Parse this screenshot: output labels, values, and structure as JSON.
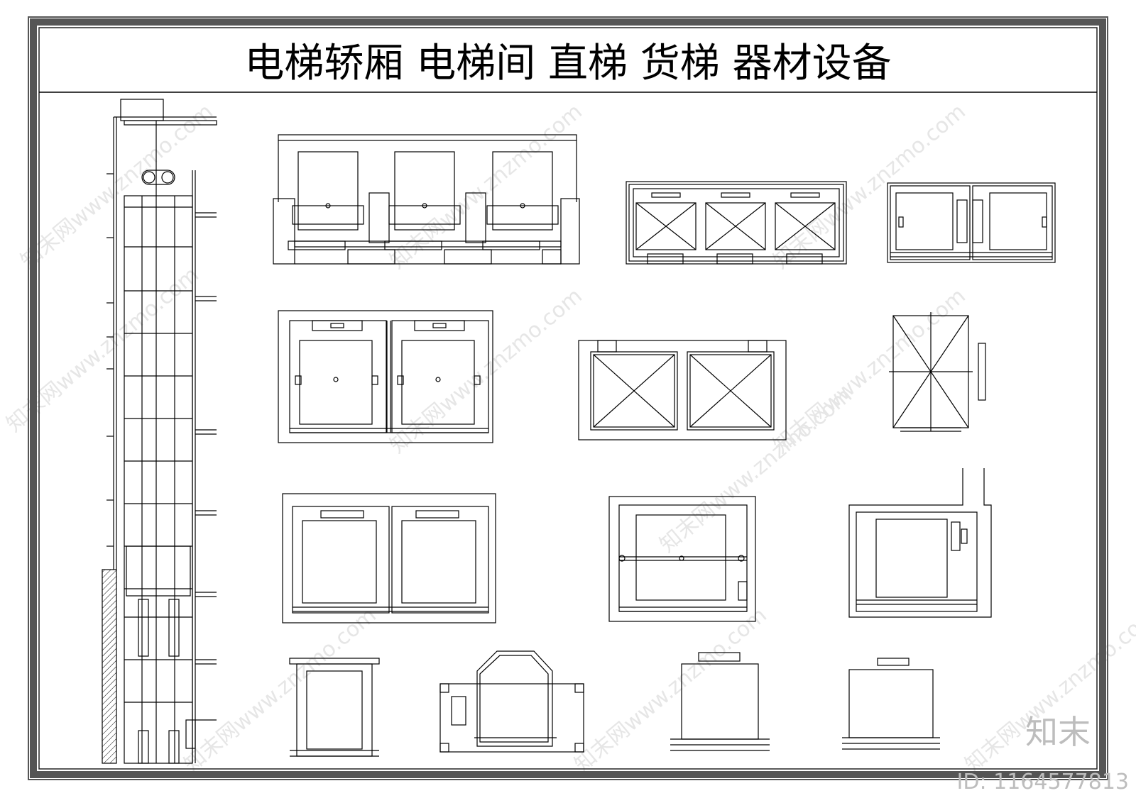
{
  "title": "电梯轿厢  电梯间  直梯  货梯  器材设备",
  "logo": "知末",
  "id_label": "ID: 1164577813",
  "watermark": "知末网www.znzmo.com",
  "colors": {
    "line": "#000000",
    "frame": "#555555",
    "watermark": "#e6e6e6",
    "logo": "#bdbdbd"
  },
  "drawings": [
    "elevation-section",
    "triple-car-plan",
    "triple-shaft-plan",
    "double-car-plan-small",
    "double-car-plan",
    "double-shaft-plan",
    "single-shaft-plan",
    "double-car-plan-2",
    "single-car-wide",
    "single-car-corner",
    "small-car",
    "round-car",
    "small-car-2",
    "small-car-3"
  ]
}
